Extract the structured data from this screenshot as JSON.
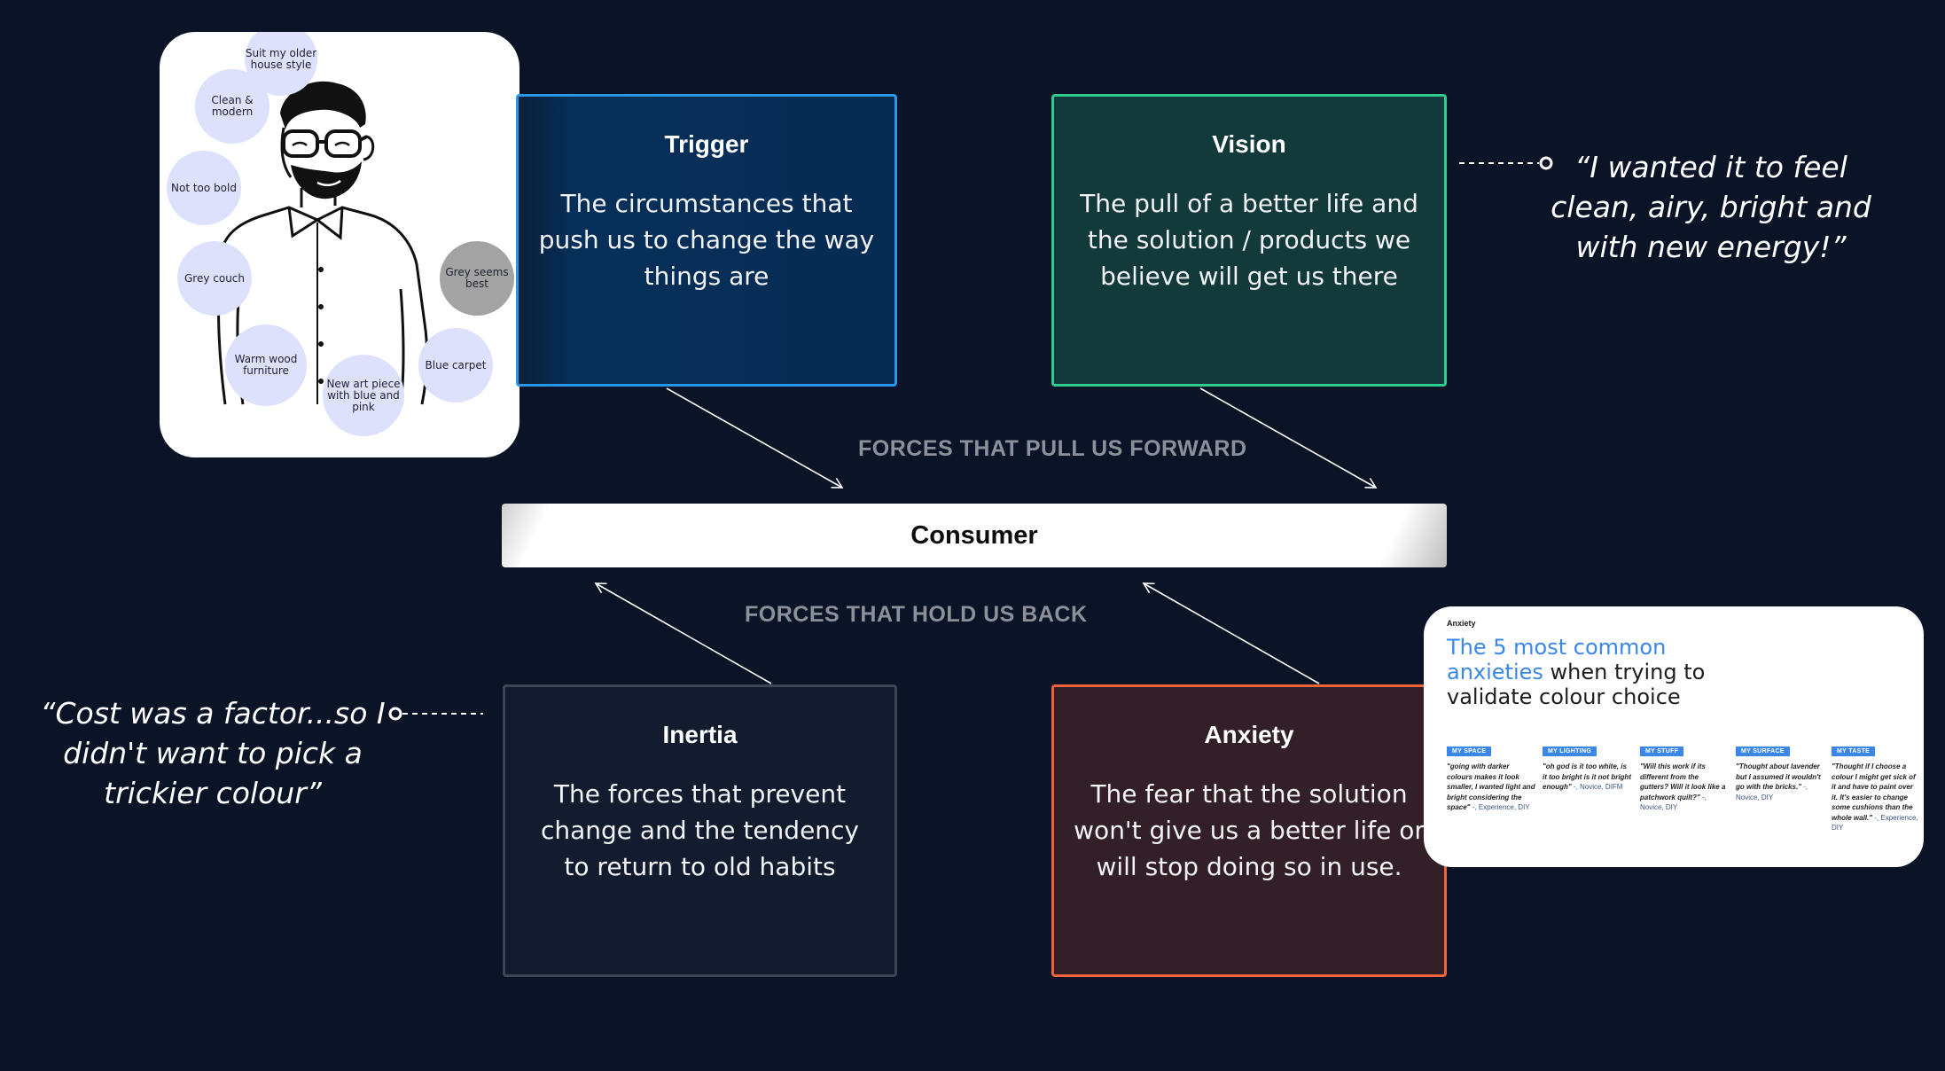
{
  "persona": {
    "bubbles": [
      "Suit my older house style",
      "Clean & modern",
      "Not too bold",
      "Grey couch",
      "Grey seems best",
      "Warm wood furniture",
      "New art piece with blue and pink",
      "Blue carpet"
    ]
  },
  "forces": {
    "trigger": {
      "title": "Trigger",
      "description": "The circumstances that push us to change the way things are"
    },
    "vision": {
      "title": "Vision",
      "description": "The pull of a better life and the solution / products we believe will get us there"
    },
    "inertia": {
      "title": "Inertia",
      "description": "The forces that prevent change and the tendency to return to old habits"
    },
    "anxiety": {
      "title": "Anxiety",
      "description": "The fear that the solution won't give us a better life or will stop doing so in use."
    }
  },
  "consumer": "Consumer",
  "labels": {
    "forward": "FORCES THAT PULL US FORWARD",
    "back": "FORCES THAT HOLD US BACK"
  },
  "quotes": {
    "vision": "“I wanted it to feel clean, airy, bright and with new energy!”",
    "inertia": "“Cost was a factor...so I didn't want to pick a trickier colour”"
  },
  "report": {
    "eyebrow": "Anxiety",
    "title_highlight": "The 5 most common anxieties",
    "title_rest": " when trying to validate colour choice",
    "columns": [
      {
        "tag": "MY SPACE",
        "quote": "\"going with darker colours makes it look smaller, I wanted light and bright considering the space\"",
        "source": " -, Experience, DIY"
      },
      {
        "tag": "MY LIGHTING",
        "quote": "\"oh god is it too white, is it too bright is it not bright enough\"",
        "source": " -, Novice, DIFM"
      },
      {
        "tag": "MY STUFF",
        "quote": "\"Will this work if its different from the gutters? Will it look like a patchwork quilt?\"",
        "source": " -, Novice, DIY"
      },
      {
        "tag": "MY SURFACE",
        "quote": "\"Thought about lavender but I assumed it wouldn't go with the bricks.\"",
        "source": " -, Novice, DIY"
      },
      {
        "tag": "MY TASTE",
        "quote": "\"Thought if I choose a colour I might get sick of it and have to paint over it. It's easier to change some cushions than the whole wall.\"",
        "source": " -, Experience, DIY"
      }
    ]
  }
}
